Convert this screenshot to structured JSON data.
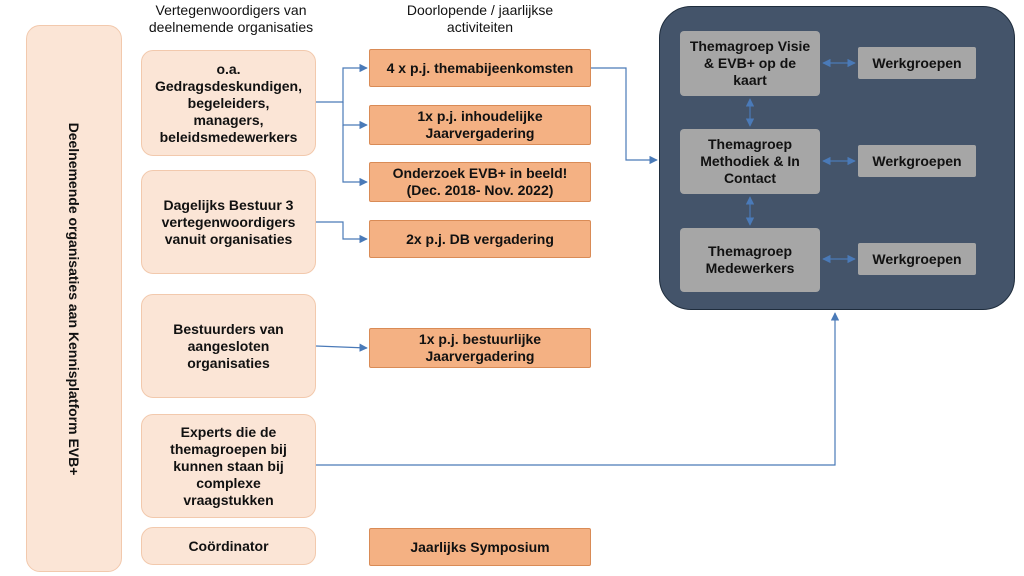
{
  "headers": {
    "representatives": "Vertegenwoordigers van deelnemende organisaties",
    "activities": "Doorlopende / jaarlijkse activiteiten"
  },
  "side_label": "Deelnemende organisaties aan Kennisplatform EVB+",
  "representatives": [
    "o.a. Gedragsdeskundigen, begeleiders, managers, beleidsmedewerkers",
    "Dagelijks Bestuur 3 vertegenwoordigers vanuit organisaties",
    "Bestuurders van aangesloten organisaties",
    "Experts die de themagroepen bij kunnen staan bij complexe vraagstukken",
    "Coördinator"
  ],
  "activities": [
    "4 x p.j. themabijeenkomsten",
    "1x p.j. inhoudelijke Jaarvergadering",
    "Onderzoek EVB+ in beeld! (Dec. 2018- Nov. 2022)",
    "2x p.j. DB vergadering",
    "1x p.j. bestuurlijke Jaarvergadering",
    "Jaarlijks Symposium"
  ],
  "themagroepen": [
    "Themagroep Visie & EVB+ op de kaart",
    "Themagroep Methodiek & In Contact",
    "Themagroep Medewerkers"
  ],
  "werkgroepen": [
    "Werkgroepen",
    "Werkgroepen",
    "Werkgroepen"
  ],
  "colors": {
    "rep_fill": "#fbe5d6",
    "activity_fill": "#f4b183",
    "panel_fill": "#44546a",
    "group_fill": "#a6a6a6",
    "connector": "#4a7ab8"
  }
}
